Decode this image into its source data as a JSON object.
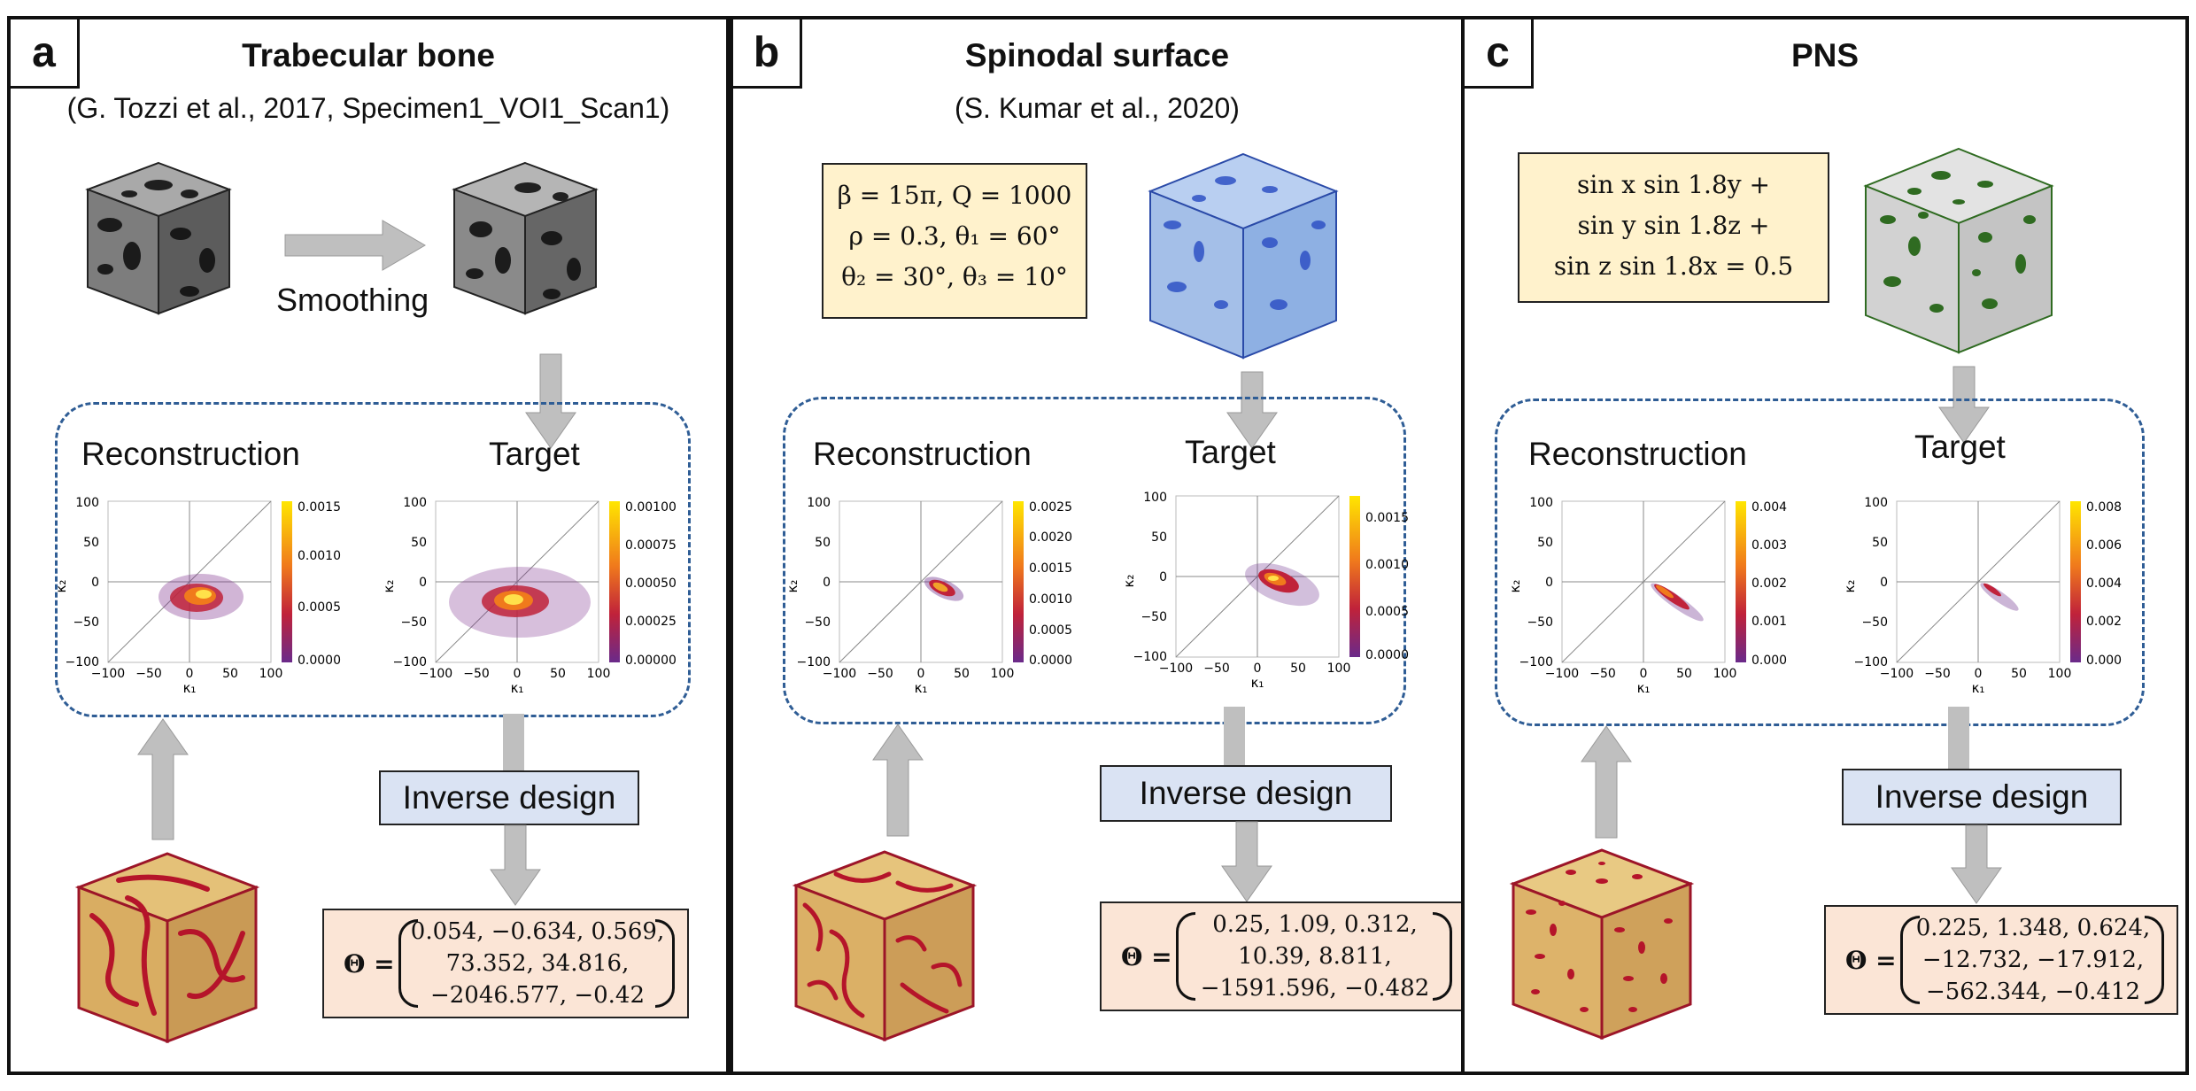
{
  "panels": [
    {
      "letter": "a",
      "title": "Trabecular bone",
      "citation": "(G. Tozzi et al., 2017, Specimen1_VOI1_Scan1)",
      "smoothing_label": "Smoothing",
      "reconstruction_label": "Reconstruction",
      "target_label": "Target",
      "inverse_design_label": "Inverse design",
      "theta_symbol": "Θ =",
      "theta_lines": [
        "0.054, −0.634, 0.569,",
        "73.352, 34.816,",
        "−2046.577, −0.42"
      ],
      "recon_colorbar_ticks": [
        "0.0015",
        "0.0010",
        "0.0005",
        "0.0000"
      ],
      "target_colorbar_ticks": [
        "0.00100",
        "0.00075",
        "0.00050",
        "0.00025",
        "0.00000"
      ]
    },
    {
      "letter": "b",
      "title": "Spinodal surface",
      "citation": "(S. Kumar et al., 2020)",
      "equation_lines": [
        "β = 15π, Q = 1000",
        "ρ = 0.3, θ₁ = 60°",
        "θ₂ = 30°, θ₃ = 10°"
      ],
      "reconstruction_label": "Reconstruction",
      "target_label": "Target",
      "inverse_design_label": "Inverse design",
      "theta_symbol": "Θ =",
      "theta_lines": [
        "0.25, 1.09, 0.312,",
        "10.39, 8.811,",
        "−1591.596, −0.482"
      ],
      "recon_colorbar_ticks": [
        "0.0025",
        "0.0020",
        "0.0015",
        "0.0010",
        "0.0005",
        "0.0000"
      ],
      "target_colorbar_ticks": [
        "0.0015",
        "0.0010",
        "0.0005",
        "0.0000"
      ]
    },
    {
      "letter": "c",
      "title": "PNS",
      "equation_lines": [
        "sin x sin 1.8y +",
        "sin y sin 1.8z +",
        "sin z sin 1.8x = 0.5"
      ],
      "reconstruction_label": "Reconstruction",
      "target_label": "Target",
      "inverse_design_label": "Inverse design",
      "theta_symbol": "Θ =",
      "theta_lines": [
        "0.225, 1.348, 0.624,",
        "−12.732, −17.912,",
        "−562.344, −0.412"
      ],
      "recon_colorbar_ticks": [
        "0.004",
        "0.003",
        "0.002",
        "0.001",
        "0.000"
      ],
      "target_colorbar_ticks": [
        "0.008",
        "0.006",
        "0.004",
        "0.002",
        "0.000"
      ]
    }
  ],
  "axis": {
    "x_label": "κ₁",
    "y_label": "κ₂",
    "x_ticks": [
      "−100",
      "−50",
      "0",
      "50",
      "100"
    ],
    "y_ticks": [
      "100",
      "50",
      "0",
      "−50",
      "−100"
    ]
  },
  "colors": {
    "dashed_border": "#2f5d95",
    "equation_fill": "#fff2cc",
    "inverse_fill": "#dae3f3",
    "theta_fill": "#fbe5d6",
    "arrow": "#bfbfbf",
    "bone_gray": "#8a8a8a",
    "spinodal_blue": "#4a6fd8",
    "pns_green": "#2f6b21",
    "recon_tan": "#e0b46a",
    "recon_red": "#b5142a"
  }
}
